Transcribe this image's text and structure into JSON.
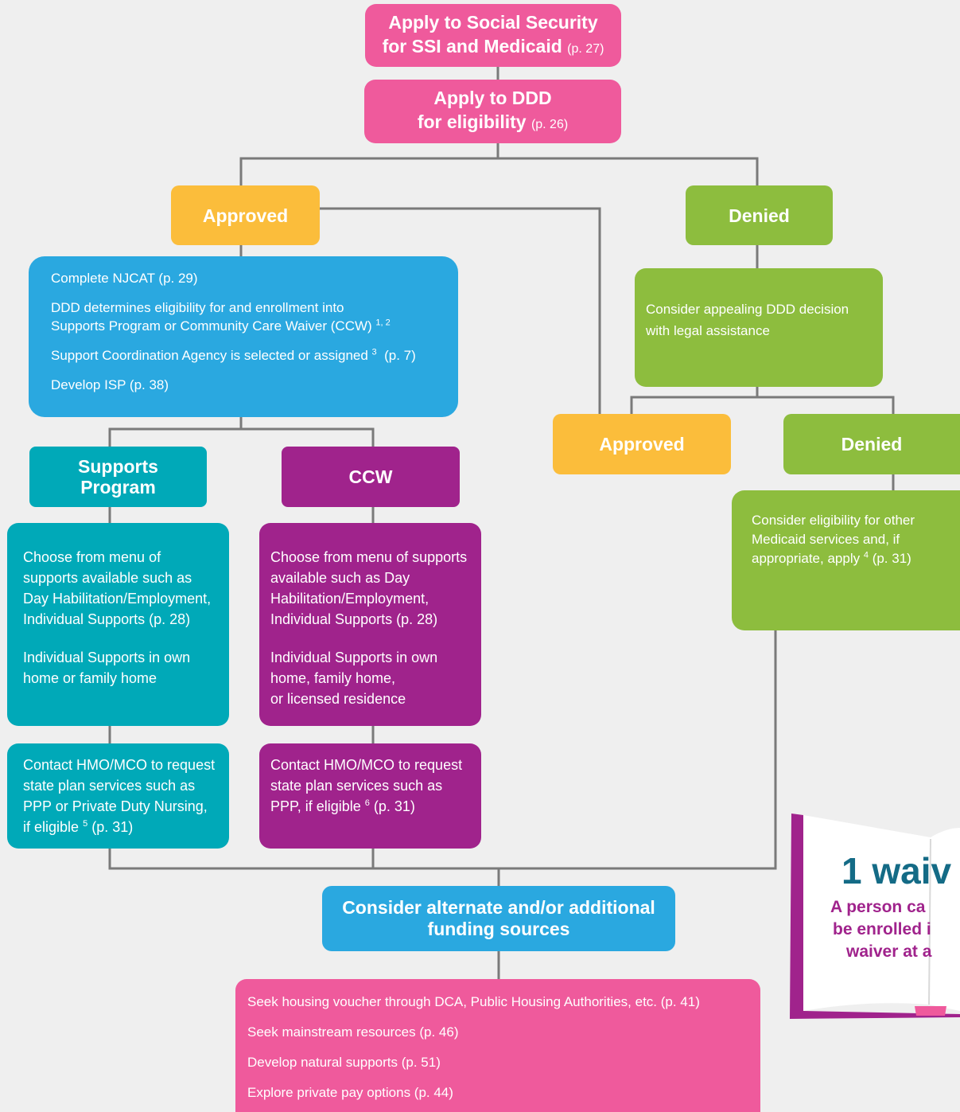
{
  "colors": {
    "pink": "#ef5a9c",
    "yellow": "#fbbd3b",
    "green": "#8dbd3e",
    "blue": "#2aa8e0",
    "teal": "#00a9b8",
    "purple": "#a0238c",
    "connector": "#7a7a7a",
    "book_title": "#146b86"
  },
  "nodes": {
    "apply_ssi": {
      "line1": "Apply to Social Security",
      "line2": "for SSI and Medicaid",
      "ref": "(p. 27)"
    },
    "apply_ddd": {
      "line1": "Apply to DDD",
      "line2": "for eligibility",
      "ref": "(p. 26)"
    },
    "approved_1": {
      "label": "Approved"
    },
    "denied_1": {
      "label": "Denied"
    },
    "approved_process": {
      "item1": "Complete NJCAT (p. 29)",
      "item2a": "DDD determines eligibility for and enrollment into",
      "item2b": "Supports Program or Community Care Waiver (CCW)",
      "item2_sup": "1, 2",
      "item3": "Support Coordination Agency is selected or assigned",
      "item3_sup": "3",
      "item3_ref": "(p. 7)",
      "item4": "Develop ISP (p. 38)"
    },
    "appeal": {
      "text": "Consider appealing DDD decision with legal assistance"
    },
    "approved_2": {
      "label": "Approved"
    },
    "denied_2": {
      "label": "Denied"
    },
    "other_medicaid": {
      "text": "Consider eligibility for other Medicaid services and, if appropriate, apply",
      "sup": "4",
      "ref": "(p. 31)"
    },
    "supports_program": {
      "line1": "Supports",
      "line2": "Program"
    },
    "ccw": {
      "label": "CCW"
    },
    "supports_menu": {
      "para1": "Choose from menu of supports available such as Day Habilitation/Employment, Individual Supports (p. 28)",
      "para2": "Individual Supports in own home or family home"
    },
    "ccw_menu": {
      "para1": "Choose from menu of supports available such as Day Habilitation/Employment, Individual Supports  (p. 28)",
      "para2a": "Individual Supports in own home, family home,",
      "para2b": "or licensed residence"
    },
    "supports_hmo": {
      "text": "Contact HMO/MCO to request state plan services such as PPP or Private Duty Nursing, if eligible",
      "sup": "5",
      "ref": "(p. 31)"
    },
    "ccw_hmo": {
      "text": "Contact HMO/MCO to request state plan services such as PPP, if eligible",
      "sup": "6",
      "ref": " (p. 31)"
    },
    "funding": {
      "line1": "Consider alternate and/or additional",
      "line2": "funding sources"
    },
    "funding_list": [
      "Seek housing voucher through DCA, Public Housing Authorities, etc. (p. 41)",
      "Seek mainstream resources (p. 46)",
      "Develop natural supports (p. 51)",
      "Explore private pay options (p. 44)"
    ]
  },
  "book": {
    "title": "1 waiv",
    "line1": "A person ca",
    "line2": "be enrolled i",
    "line3": "waiver at a"
  }
}
